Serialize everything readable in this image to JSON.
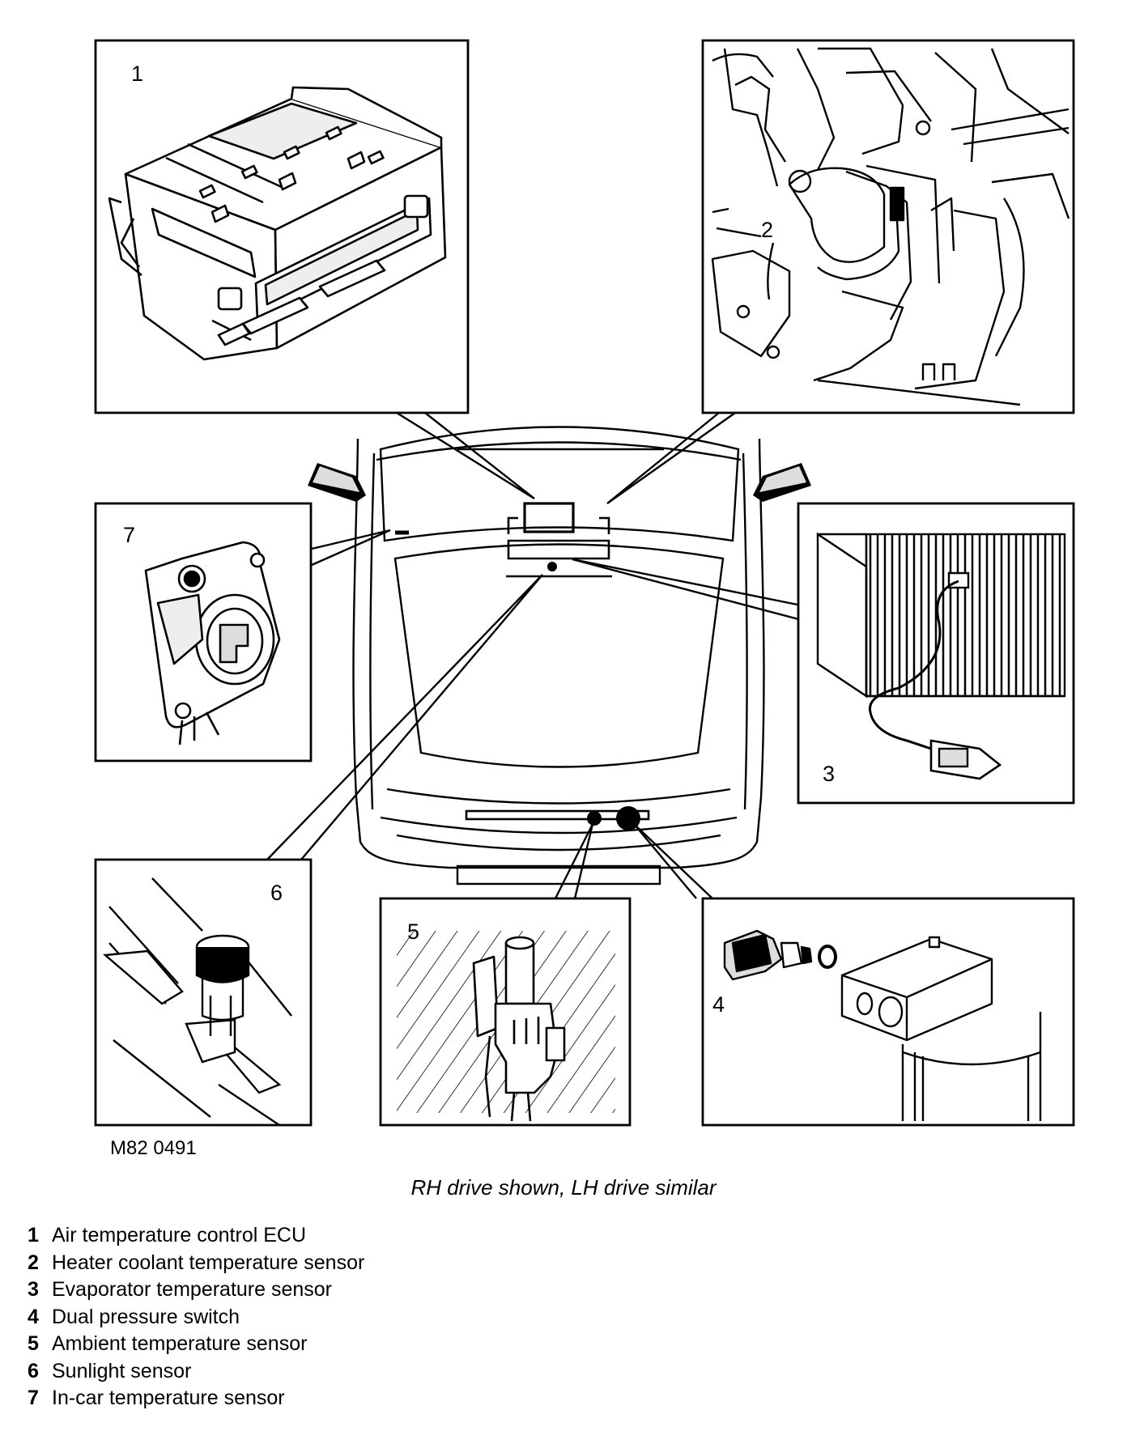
{
  "callouts": {
    "c1": "1",
    "c2": "2",
    "c3": "3",
    "c4": "4",
    "c5": "5",
    "c6": "6",
    "c7": "7"
  },
  "figure_id": "M82 0491",
  "caption": "RH drive shown, LH drive similar",
  "legend": [
    {
      "num": "1",
      "label": "Air temperature control ECU"
    },
    {
      "num": "2",
      "label": "Heater coolant temperature sensor"
    },
    {
      "num": "3",
      "label": "Evaporator temperature sensor"
    },
    {
      "num": "4",
      "label": "Dual pressure switch"
    },
    {
      "num": "5",
      "label": "Ambient temperature sensor"
    },
    {
      "num": "6",
      "label": "Sunlight sensor"
    },
    {
      "num": "7",
      "label": "In-car temperature sensor"
    }
  ]
}
